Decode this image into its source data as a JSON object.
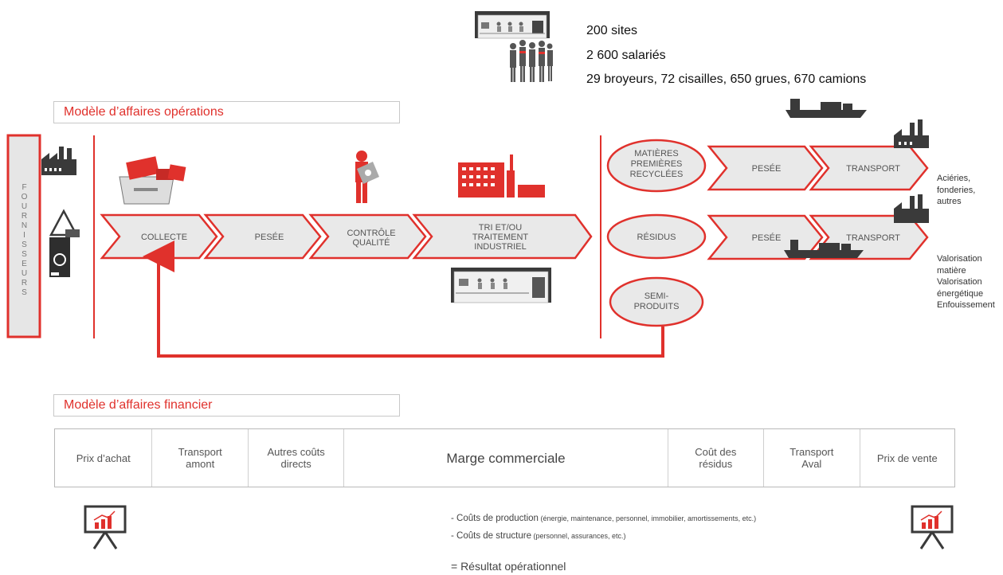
{
  "stats": {
    "sites": "200 sites",
    "employees": "2 600 salariés",
    "equipment": "29 broyeurs, 72 cisailles, 650 grues, 670 camions"
  },
  "operations": {
    "title": "Modèle d’affaires opérations",
    "suppliers": "FOURNISSEURS",
    "steps": [
      {
        "label": "COLLECTE"
      },
      {
        "label": "PESÉE"
      },
      {
        "line1": "CONTRÔLE",
        "line2": "QUALITÉ"
      },
      {
        "line1": "TRI ET/OU",
        "line2": "TRAITEMENT",
        "line3": "INDUSTRIEL"
      }
    ],
    "outputs": {
      "raw": {
        "line1": "MATIÈRES",
        "line2": "PREMIÈRES",
        "line3": "RECYCLÉES"
      },
      "residues": "RÉSIDUS",
      "semi": {
        "line1": "SEMI-",
        "line2": "PRODUITS"
      }
    },
    "downstream": {
      "weighing": "PESÉE",
      "transport": "TRANSPORT"
    },
    "destinations": {
      "raw": [
        "Aciéries,",
        "fonderies,",
        "autres"
      ],
      "residues": [
        "Valorisation",
        "matière",
        "Valorisation",
        "énergétique",
        "Enfouissement"
      ]
    }
  },
  "financial": {
    "title": "Modèle d’affaires financier",
    "cells": [
      "Prix d’achat",
      "Transport\namont",
      "Autres coûts\ndirects",
      "Marge commerciale",
      "Coût des\nrésidus",
      "Transport\nAval",
      "Prix de vente"
    ],
    "notes": {
      "production_main": "- Coûts  de production",
      "production_sub": " (énergie, maintenance, personnel, immobilier, amortissements, etc.)",
      "structure_main": "- Coûts de structure",
      "structure_sub": " (personnel, assurances, etc.)",
      "result": "= Résultat opérationnel"
    }
  },
  "colors": {
    "accent": "#e0312c",
    "gray_fill": "#e6e6e6",
    "dark": "#3a3a3a"
  }
}
